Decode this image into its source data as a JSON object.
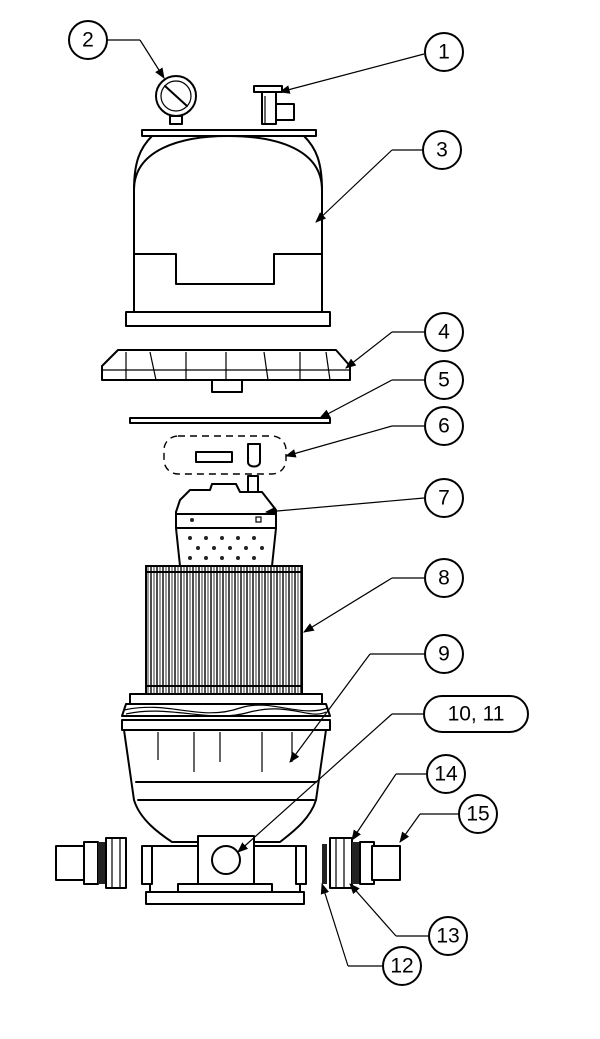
{
  "callouts": [
    {
      "id": "1",
      "label": "1"
    },
    {
      "id": "2",
      "label": "2"
    },
    {
      "id": "3",
      "label": "3"
    },
    {
      "id": "4",
      "label": "4"
    },
    {
      "id": "5",
      "label": "5"
    },
    {
      "id": "6",
      "label": "6"
    },
    {
      "id": "7",
      "label": "7"
    },
    {
      "id": "8",
      "label": "8"
    },
    {
      "id": "9",
      "label": "9"
    },
    {
      "id": "10-11",
      "label": "10, 11"
    },
    {
      "id": "14",
      "label": "14"
    },
    {
      "id": "15",
      "label": "15"
    },
    {
      "id": "13",
      "label": "13"
    },
    {
      "id": "12",
      "label": "12"
    }
  ]
}
